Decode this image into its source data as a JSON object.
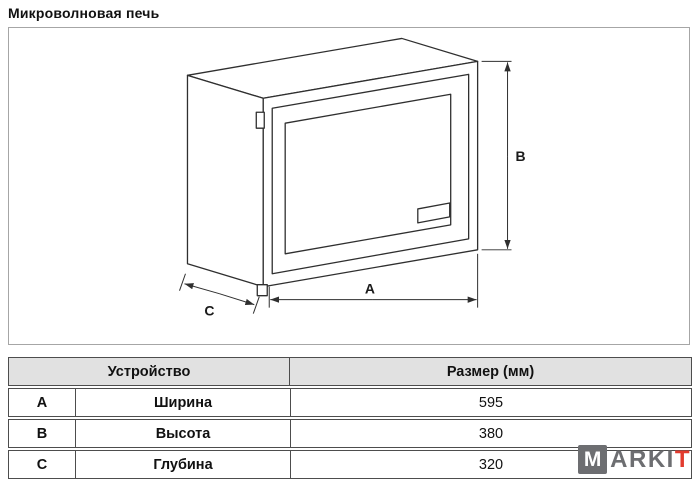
{
  "page": {
    "title": "Микроволновая печь"
  },
  "diagram": {
    "labels": {
      "a": "A",
      "b": "B",
      "c": "C"
    }
  },
  "table": {
    "headers": {
      "device": "Устройство",
      "size": "Размер (мм)"
    },
    "rows": [
      {
        "letter": "A",
        "name": "Ширина",
        "value": "595"
      },
      {
        "letter": "B",
        "name": "Высота",
        "value": "380"
      },
      {
        "letter": "C",
        "name": "Глубина",
        "value": "320"
      }
    ]
  },
  "logo": {
    "m": "M",
    "rest": "ARKI",
    "last": "T"
  },
  "colors": {
    "header_bg": "#e1e1e1",
    "table_border": "#4d4d4d",
    "drawing_line": "#2f2f2f",
    "logo_gray": "#6d6e71",
    "logo_red": "#e23b2e"
  }
}
